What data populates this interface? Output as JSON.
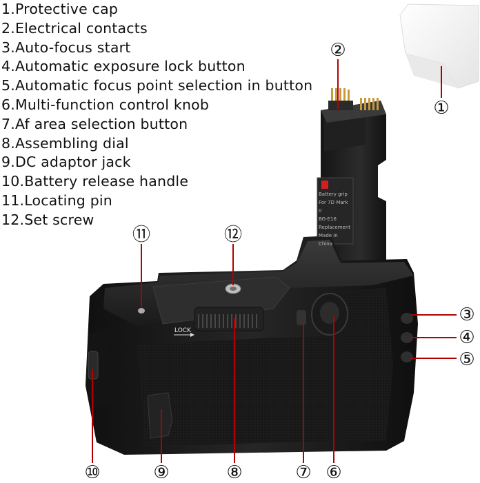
{
  "legend": [
    "1.Protective cap",
    "2.Electrical contacts",
    "3.Auto-focus start",
    "4.Automatic exposure lock button",
    "5.Automatic focus point selection in button",
    "6.Multi-function control knob",
    "7.Af area selection button",
    "8.Assembling dial",
    "9.DC adaptor jack",
    "10.Battery release handle",
    "11.Locating pin",
    "12.Set screw"
  ],
  "callouts": {
    "c1": "①",
    "c2": "②",
    "c3": "③",
    "c4": "④",
    "c5": "⑤",
    "c6": "⑥",
    "c7": "⑦",
    "c8": "⑧",
    "c9": "⑨",
    "c10": "⑩",
    "c11": "⑪",
    "c12": "⑫"
  },
  "product": {
    "lock_text": "LOCK",
    "battery_label_lines": [
      "Battery grip",
      "For 7D Mark II",
      "BG-E16 Replacement",
      "Made in China"
    ]
  },
  "colors": {
    "body": "#1b1b1b",
    "body_dark": "#0d0d0d",
    "body_light": "#333333",
    "metal": "#c9c9c9",
    "gold": "#c99a3c",
    "cap": "#f2f2f2",
    "leader": "#b20000"
  }
}
